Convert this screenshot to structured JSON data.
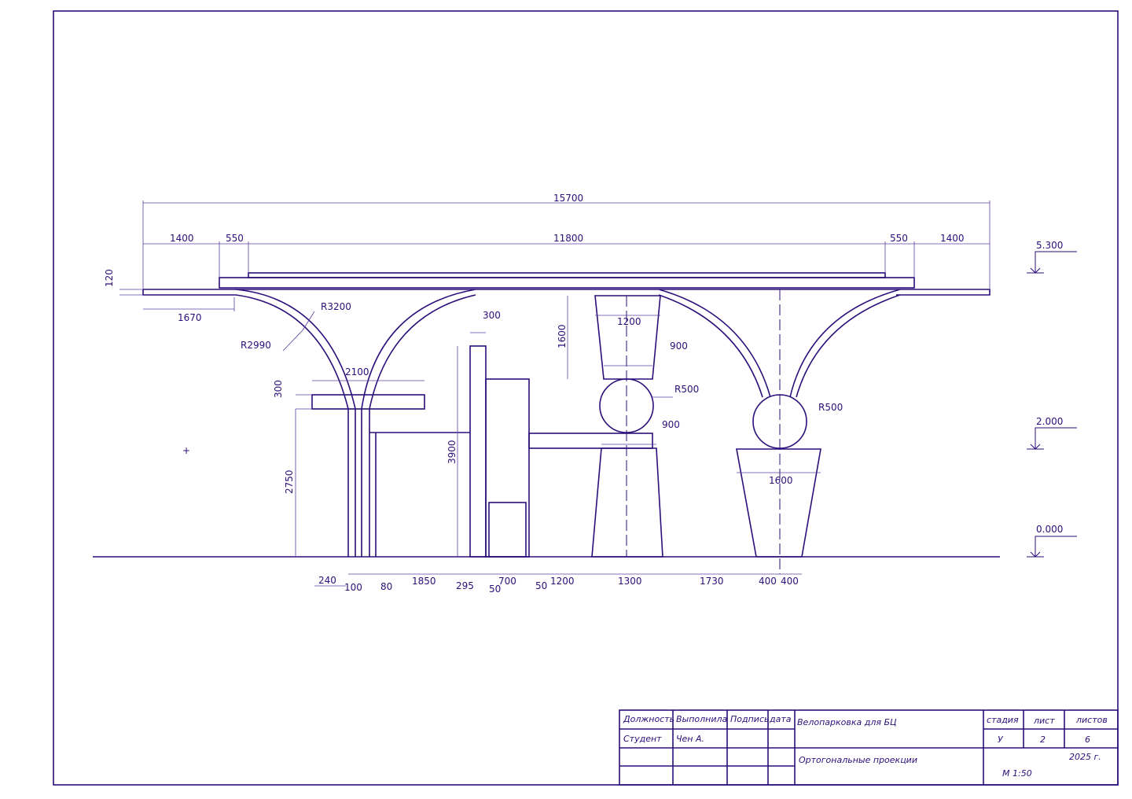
{
  "drawing": {
    "dimensions": {
      "overall": "15700",
      "top": [
        "1400",
        "550",
        "11800",
        "550",
        "1400"
      ],
      "slab_thickness": "120",
      "overhang": "1670",
      "radius_outer": "R3200",
      "radius_inner": "R2990",
      "table_width": "2100",
      "table_thickness": "300",
      "table_height": "2750",
      "panel_width": "300",
      "panel_height": "3900",
      "upper_planter_height": "1600",
      "upper_planter_top": "1200",
      "upper_planter_bottom": "900",
      "sphere_radius_1": "R500",
      "pedestal_top": "900",
      "sphere_radius_2": "R500",
      "right_planter_top": "1600",
      "bottom": [
        "240",
        "100",
        "80",
        "1850",
        "295",
        "50",
        "700",
        "50",
        "1200",
        "1300",
        "1730",
        "400",
        "400"
      ]
    },
    "levels": [
      "5.300",
      "2.000",
      "0.000"
    ]
  },
  "title_block": {
    "headers": [
      "Должность",
      "Выполнила",
      "Подпись",
      "дата"
    ],
    "position": "Студент",
    "author": "Чен А.",
    "project": "Велопарковка для БЦ",
    "sheet_title": "Ортогональные проекции",
    "stage_label": "стадия",
    "sheet_label": "лист",
    "sheets_label": "листов",
    "stage": "У",
    "sheet": "2",
    "sheets": "6",
    "year": "2025 г.",
    "scale": "М 1:50"
  }
}
